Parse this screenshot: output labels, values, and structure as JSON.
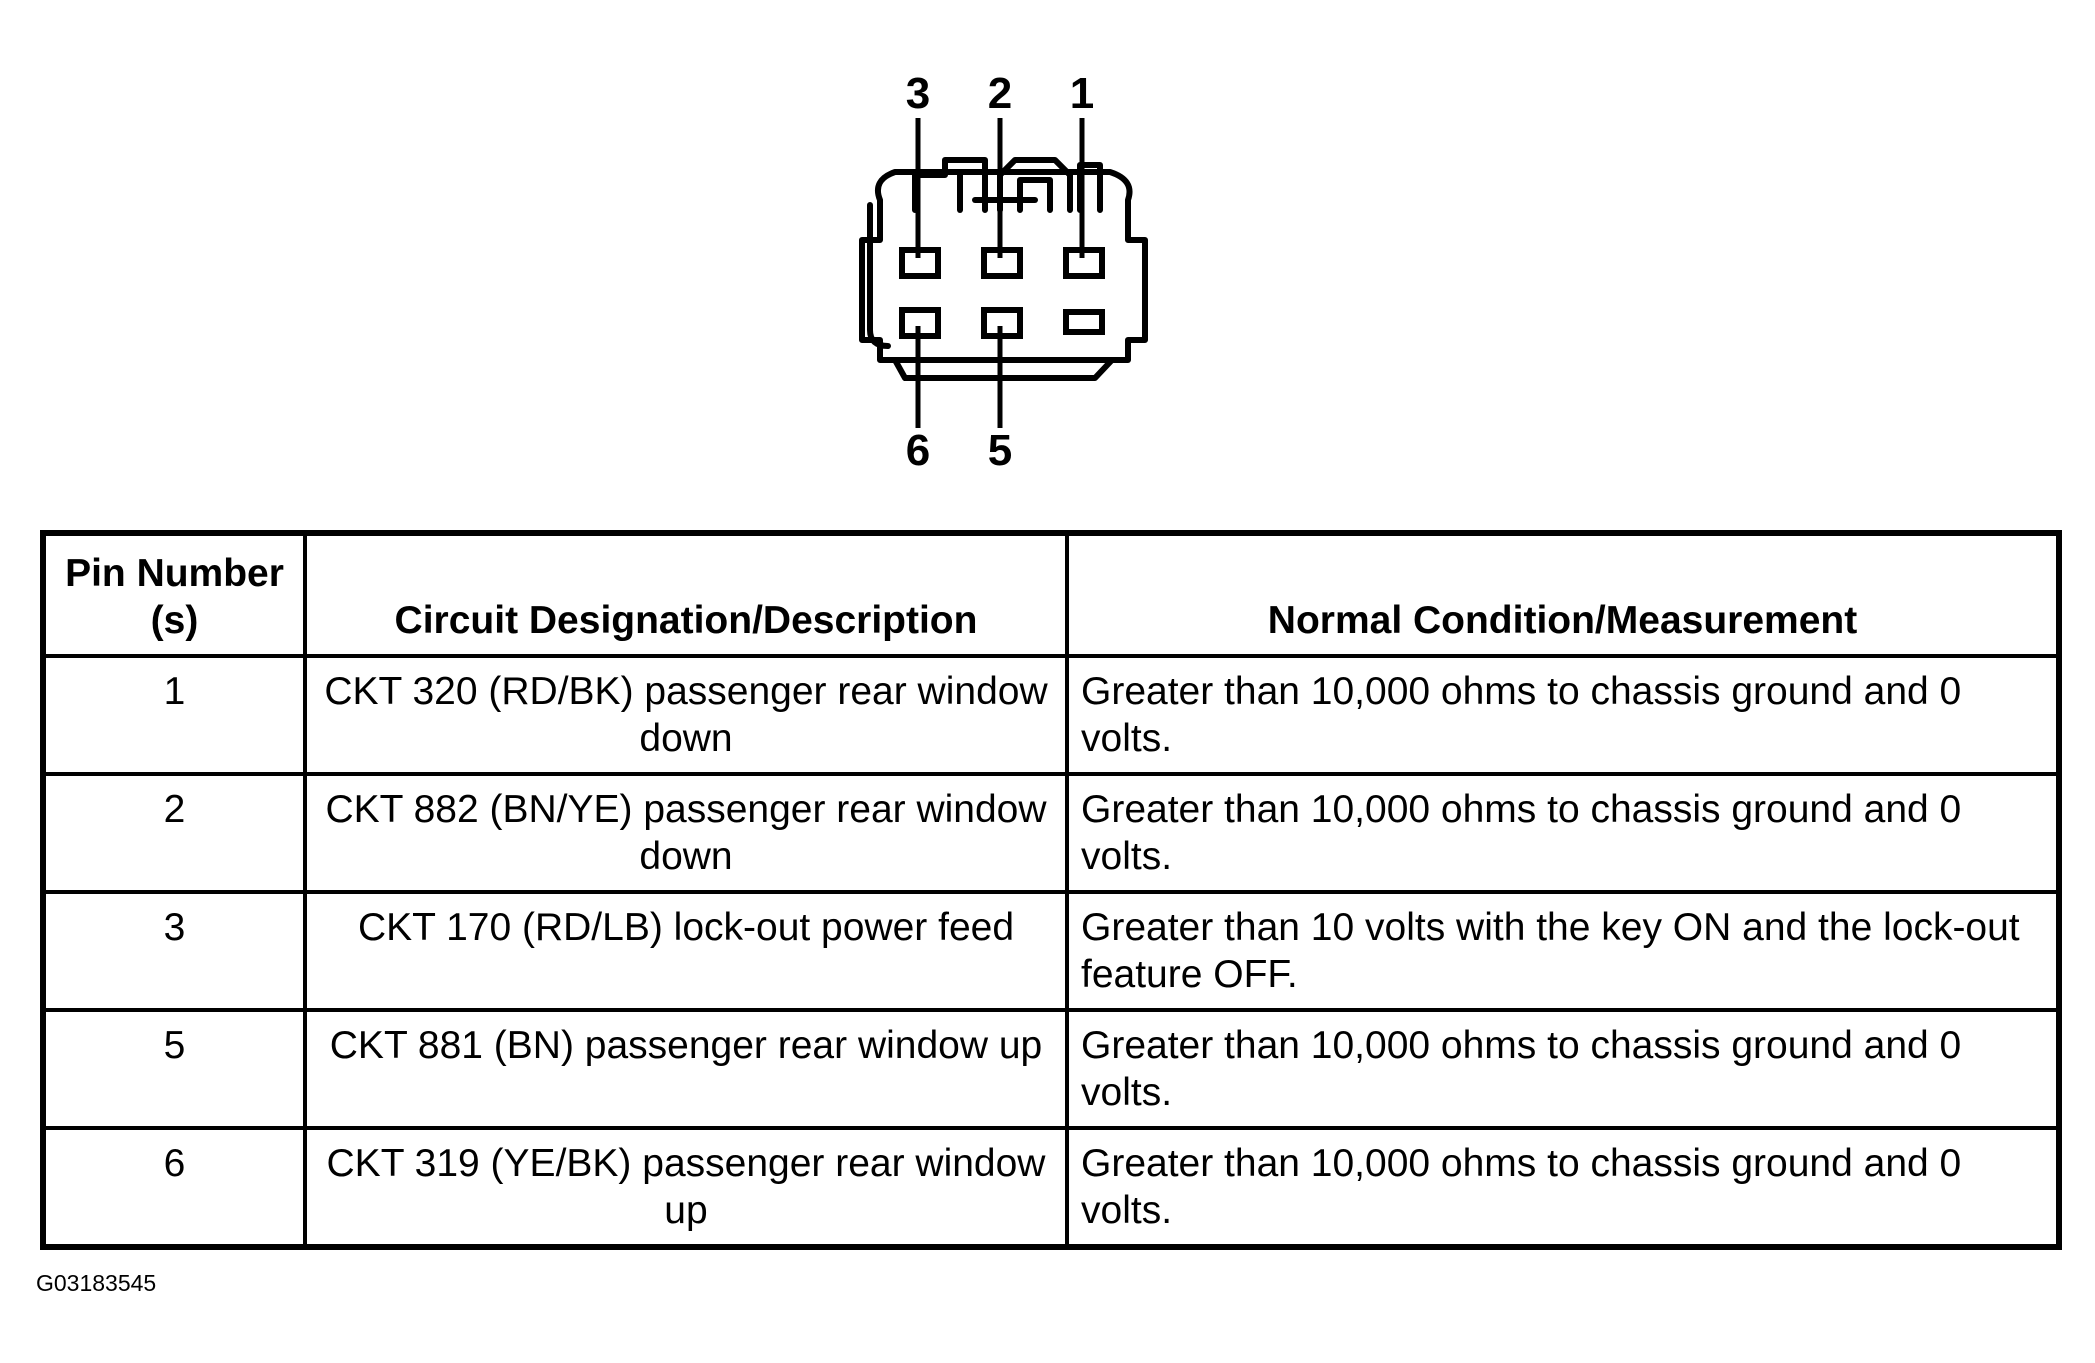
{
  "connector": {
    "top_pins": [
      "3",
      "2",
      "1"
    ],
    "bottom_pins": [
      "6",
      "5"
    ]
  },
  "table": {
    "headers": {
      "pin": "Pin Number (s)",
      "circuit": "Circuit Designation/Description",
      "condition": "Normal Condition/Measurement"
    },
    "rows": [
      {
        "pin": "1",
        "circuit": "CKT 320 (RD/BK) passenger rear window down",
        "condition": "Greater than 10,000 ohms to chassis ground and 0 volts."
      },
      {
        "pin": "2",
        "circuit": "CKT 882 (BN/YE) passenger rear window down",
        "condition": "Greater than 10,000 ohms to chassis ground and 0 volts."
      },
      {
        "pin": "3",
        "circuit": "CKT 170 (RD/LB) lock-out power feed",
        "condition": "Greater than 10 volts with the key ON and the lock-out feature OFF."
      },
      {
        "pin": "5",
        "circuit": "CKT 881 (BN) passenger rear window up",
        "condition": "Greater than 10,000 ohms to chassis ground and 0 volts."
      },
      {
        "pin": "6",
        "circuit": "CKT 319 (YE/BK) passenger rear window up",
        "condition": "Greater than 10,000 ohms to chassis ground and 0 volts."
      }
    ]
  },
  "figure_id": "G03183545"
}
